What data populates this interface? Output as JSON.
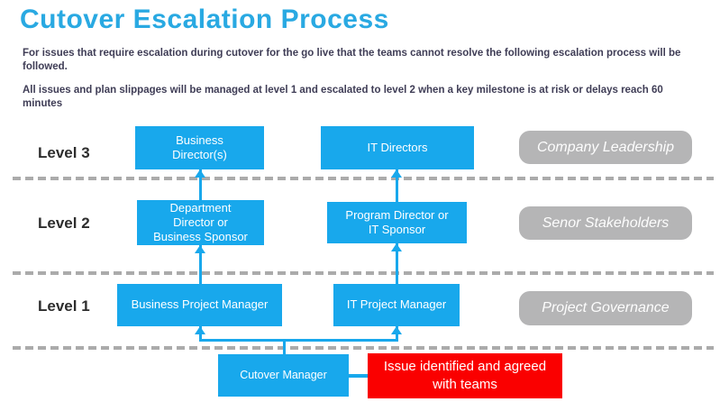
{
  "title": "Cutover Escalation Process",
  "intro": {
    "p1": "For issues that require escalation during cutover for the go live that the teams cannot resolve the following escalation process will be followed.",
    "p2": "All issues and plan slippages will be managed at level 1 and escalated to level 2 when a key milestone is at risk or delays reach 60 minutes"
  },
  "levels": [
    {
      "label": "Level 3",
      "business_box": "Business\nDirector(s)",
      "it_box": "IT Directors",
      "role_box": "Company Leadership"
    },
    {
      "label": "Level 2",
      "business_box": "Department\nDirector or\nBusiness Sponsor",
      "it_box": "Program Director or\nIT Sponsor",
      "role_box": "Senor Stakeholders"
    },
    {
      "label": "Level 1",
      "business_box": "Business Project Manager",
      "it_box": "IT Project Manager",
      "role_box": "Project Governance"
    }
  ],
  "bottom": {
    "cutover_box": "Cutover Manager",
    "issue_box": "Issue identified and agreed\nwith teams"
  },
  "colors": {
    "title_blue": "#29a9e2",
    "box_blue": "#18a8ec",
    "box_gray": "#b5b5b6",
    "alert_red": "#fa0000",
    "body_text": "#3f3d56",
    "level_label": "#2d2d2d",
    "dash_gray": "#ababab"
  }
}
